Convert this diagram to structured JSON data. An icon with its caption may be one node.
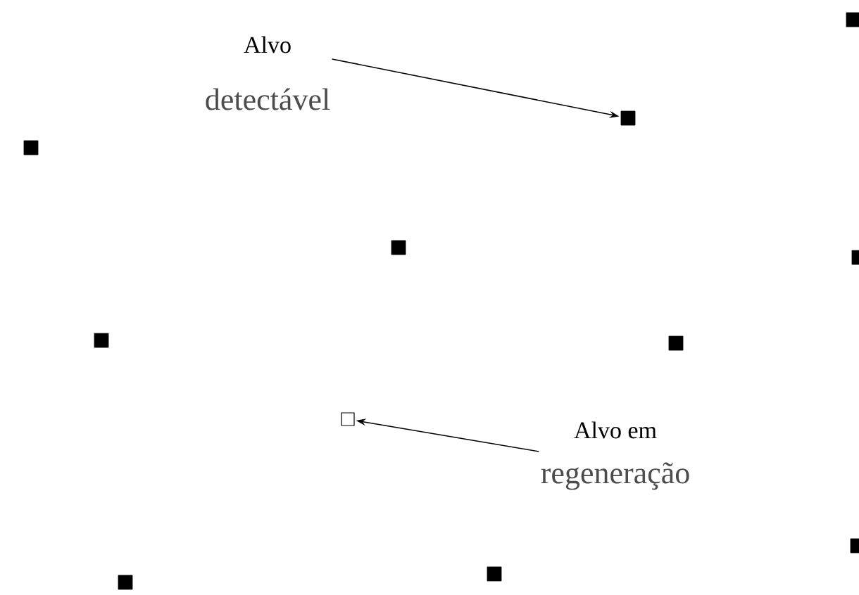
{
  "diagram": {
    "nodes": [
      {
        "text": [
          "Alvo",
          "detectável"
        ]
      },
      {
        "text": [],
        "shape": "box"
      },
      {
        "text": [],
        "shape": "box"
      },
      {
        "text": [],
        "shape": "box"
      },
      {
        "text": [],
        "shape": "box"
      },
      {
        "text": [],
        "shape": "box"
      },
      {
        "text": [],
        "shape": "box"
      },
      {
        "text": [],
        "shape": "box"
      },
      {
        "text": [],
        "shape": "box"
      },
      {
        "text": [
          "Alvo em",
          "regeneração"
        ]
      },
      {
        "text": [],
        "shape": "box"
      },
      {
        "text": [],
        "shape": "box"
      },
      {
        "text": [],
        "shape": "box"
      }
    ],
    "edges": [
      {
        "from": 0,
        "to": 2,
        "arrow": "to"
      },
      {
        "from": 9,
        "to": 8,
        "arrow": "to"
      }
    ]
  }
}
